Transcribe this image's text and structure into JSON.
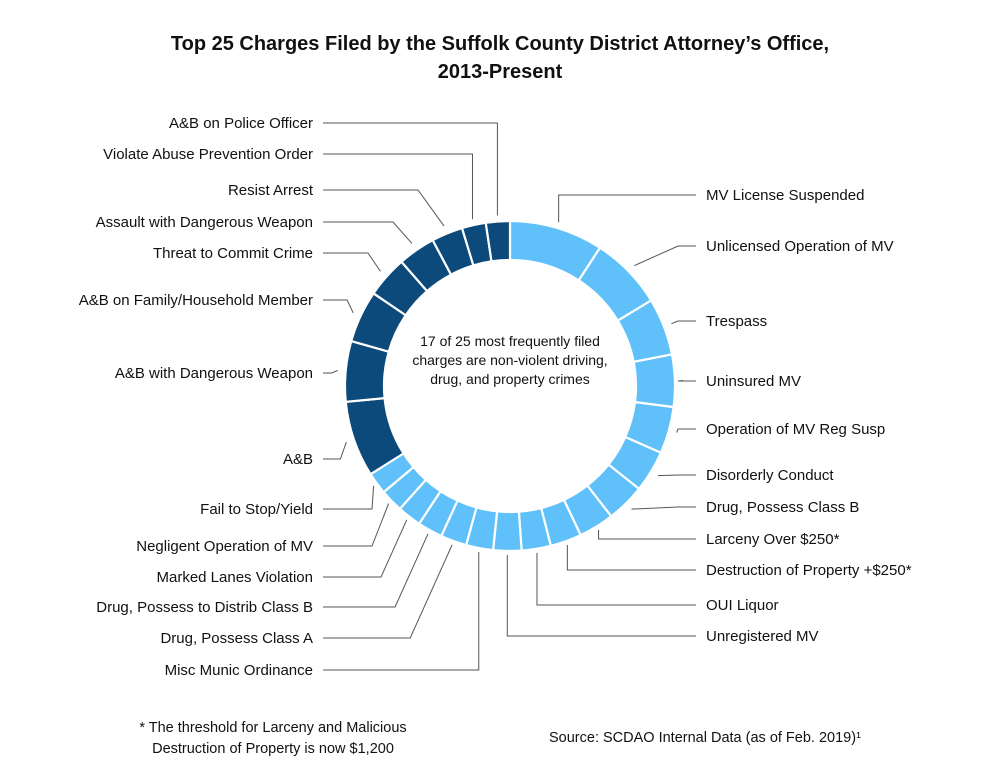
{
  "title_line1": "Top 25 Charges Filed by the Suffolk County District Attorney’s Office,",
  "title_line2": "2013-Present",
  "center_text": "17 of 25 most frequently filed charges are non-violent driving, drug, and property crimes",
  "footnote_line1": "* The threshold for Larceny and Malicious",
  "footnote_line2": "Destruction of Property is now $1,200",
  "source": "Source: SCDAO Internal Data (as of Feb. 2019)¹",
  "colors": {
    "non_violent": "#5fc0fa",
    "violent": "#0c4a7b",
    "leader": "#555555"
  },
  "chart_data": {
    "type": "pie",
    "style": "donut",
    "title": "Top 25 Charges Filed by the Suffolk County District Attorney’s Office, 2013-Present",
    "categories": [
      {
        "name": "non-violent",
        "color": "#5fc0fa"
      },
      {
        "name": "violent",
        "color": "#0c4a7b"
      }
    ],
    "slices": [
      {
        "label": "MV License Suspended",
        "value": 9.0,
        "category": "non-violent",
        "leader": true
      },
      {
        "label": "Unlicensed Operation of MV",
        "value": 7.0,
        "category": "non-violent",
        "leader": true
      },
      {
        "label": "Trespass",
        "value": 5.5,
        "category": "non-violent",
        "leader": true
      },
      {
        "label": "Uninsured MV",
        "value": 5.0,
        "category": "non-violent",
        "leader": true
      },
      {
        "label": "Operation of MV Reg Susp",
        "value": 4.5,
        "category": "non-violent",
        "leader": true
      },
      {
        "label": "Disorderly Conduct",
        "value": 4.0,
        "category": "non-violent",
        "leader": true
      },
      {
        "label": "Drug, Possess Class B",
        "value": 3.7,
        "category": "non-violent",
        "leader": true
      },
      {
        "label": "Larceny Over $250*",
        "value": 3.4,
        "category": "non-violent",
        "leader": true
      },
      {
        "label": "Destruction of Property +$250*",
        "value": 3.0,
        "category": "non-violent",
        "leader": true
      },
      {
        "label": "OUI Liquor",
        "value": 2.8,
        "category": "non-violent",
        "leader": true
      },
      {
        "label": "Unregistered MV",
        "value": 2.7,
        "category": "non-violent",
        "leader": true
      },
      {
        "label": "Misc Munic Ordinance",
        "value": 2.6,
        "category": "non-violent",
        "leader": true
      },
      {
        "label": "Drug, Possess Class A",
        "value": 2.5,
        "category": "non-violent",
        "leader": true
      },
      {
        "label": "Drug, Possess to Distrib Class B",
        "value": 2.4,
        "category": "non-violent",
        "leader": true
      },
      {
        "label": "Marked Lanes Violation",
        "value": 2.3,
        "category": "non-violent",
        "leader": true
      },
      {
        "label": "Negligent Operation of MV",
        "value": 2.2,
        "category": "non-violent",
        "leader": true
      },
      {
        "label": "Fail to Stop/Yield",
        "value": 2.1,
        "category": "non-violent",
        "leader": true
      },
      {
        "label": "A&B",
        "value": 7.3,
        "category": "violent",
        "leader": true
      },
      {
        "label": "A&B with Dangerous Weapon",
        "value": 5.8,
        "category": "violent",
        "leader": true
      },
      {
        "label": "A&B on Family/Household Member",
        "value": 5.0,
        "category": "violent",
        "leader": true
      },
      {
        "label": "Threat to Commit Crime",
        "value": 4.0,
        "category": "violent",
        "leader": true
      },
      {
        "label": "Assault with Dangerous Weapon",
        "value": 3.6,
        "category": "violent",
        "leader": true
      },
      {
        "label": "Resist Arrest",
        "value": 3.0,
        "category": "violent",
        "leader": true
      },
      {
        "label": "Violate Abuse Prevention Order",
        "value": 2.3,
        "category": "violent",
        "leader": true
      },
      {
        "label": "A&B on Police Officer",
        "value": 2.3,
        "category": "violent",
        "leader": true
      }
    ]
  }
}
